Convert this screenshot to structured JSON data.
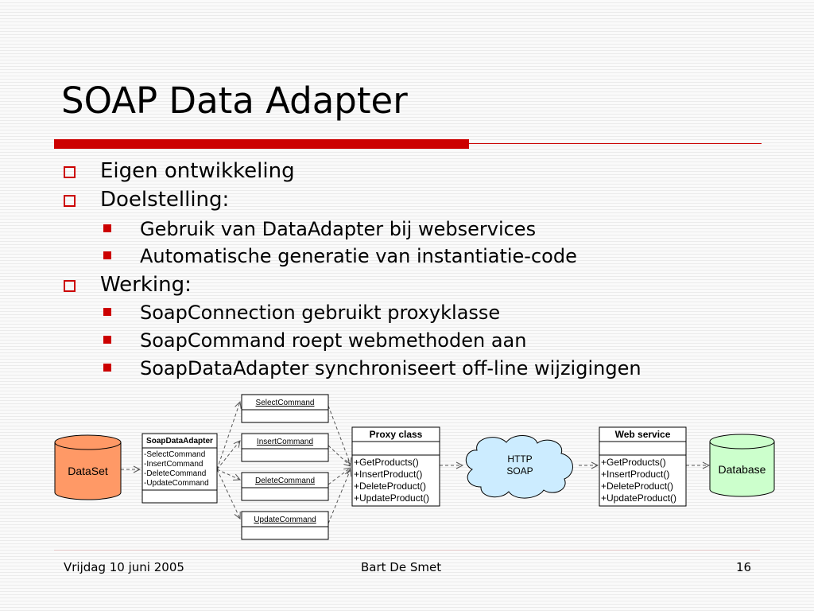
{
  "slide": {
    "title": "SOAP Data Adapter",
    "bullets": [
      {
        "text": "Eigen ontwikkeling"
      },
      {
        "text": "Doelstelling:"
      },
      {
        "text": "Gebruik van DataAdapter bij webservices"
      },
      {
        "text": "Automatische generatie van instantiatie-code"
      },
      {
        "text": "Werking:"
      },
      {
        "text": "SoapConnection gebruikt proxyklasse"
      },
      {
        "text": "SoapCommand roept webmethoden aan"
      },
      {
        "text": "SoapDataAdapter synchroniseert off-line wijzigingen"
      }
    ]
  },
  "diagram": {
    "dataset": "DataSet",
    "database": "Database",
    "adapter": {
      "name": "SoapDataAdapter",
      "members": [
        "-SelectCommand",
        "-InsertCommand",
        "-DeleteCommand",
        "-UpdateCommand"
      ]
    },
    "commands": [
      "SelectCommand",
      "InsertCommand",
      "DeleteCommand",
      "UpdateCommand"
    ],
    "proxy": {
      "name": "Proxy class",
      "methods": [
        "+GetProducts()",
        "+InsertProduct()",
        "+DeleteProduct()",
        "+UpdateProduct()"
      ]
    },
    "cloud": [
      "HTTP",
      "SOAP"
    ],
    "webservice": {
      "name": "Web service",
      "methods": [
        "+GetProducts()",
        "+InsertProduct()",
        "+DeleteProduct()",
        "+UpdateProduct()"
      ]
    },
    "colors": {
      "dataset": "#ff9966",
      "database": "#ccffcc",
      "cloud": "#ccecff",
      "accent": "#cc0000"
    }
  },
  "footer": {
    "date": "Vrijdag 10 juni 2005",
    "author": "Bart De Smet",
    "page": "16"
  }
}
